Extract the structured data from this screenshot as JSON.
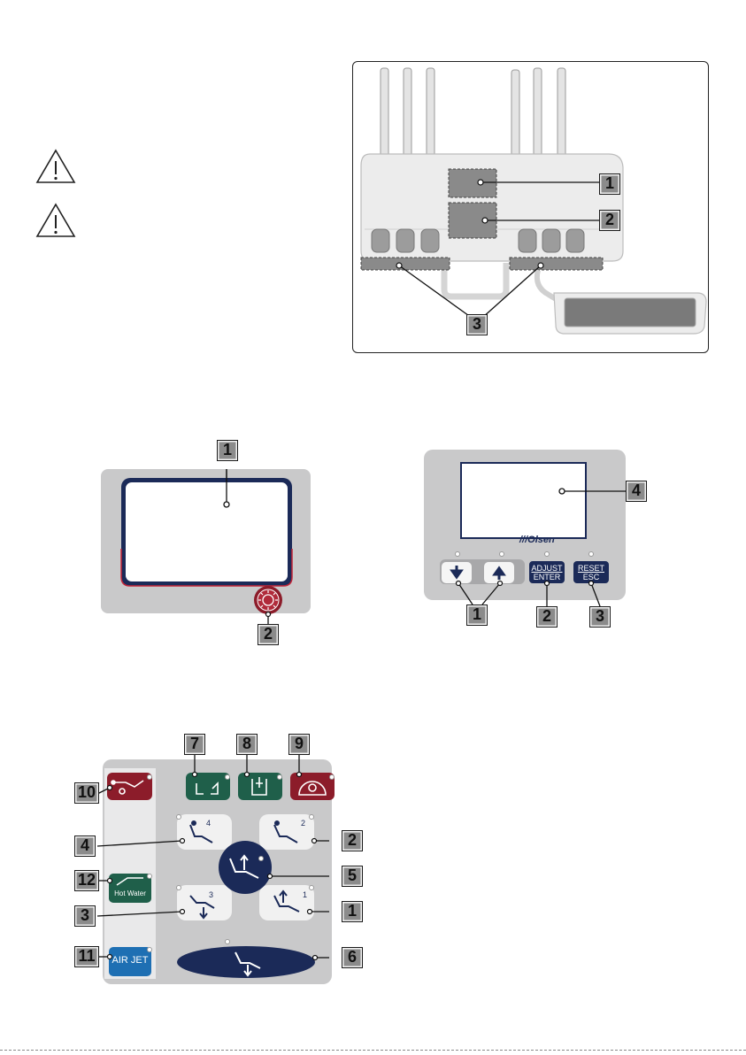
{
  "section1": {
    "callouts": [
      "1",
      "2",
      "3"
    ]
  },
  "section2": {
    "left_callouts": [
      "1",
      "2"
    ],
    "right_callouts": [
      "4",
      "1",
      "2",
      "3"
    ],
    "brand": "///Olsen",
    "buttons": {
      "adjust_line1": "ADJUST",
      "adjust_line2": "ENTER",
      "reset_line1": "RESET",
      "reset_line2": "ESC"
    }
  },
  "section3": {
    "callouts": {
      "c7": "7",
      "c8": "8",
      "c9": "9",
      "c10": "10",
      "c4": "4",
      "c2": "2",
      "c12": "12",
      "c5": "5",
      "c3": "3",
      "c1": "1",
      "c11": "11",
      "c6": "6"
    },
    "pos_numbers": {
      "p4": "4",
      "p2": "2",
      "p3": "3",
      "p1": "1"
    },
    "hot_water_label": "Hot Water",
    "air_jet_label": "AIR JET"
  },
  "colors": {
    "panel_gray": "#c9c9ca",
    "navy": "#1b2a58",
    "dark_red": "#8c1c2a",
    "green": "#1f5f4a",
    "blue": "#1e6fb3",
    "callout_gray": "#8b8b8b"
  }
}
